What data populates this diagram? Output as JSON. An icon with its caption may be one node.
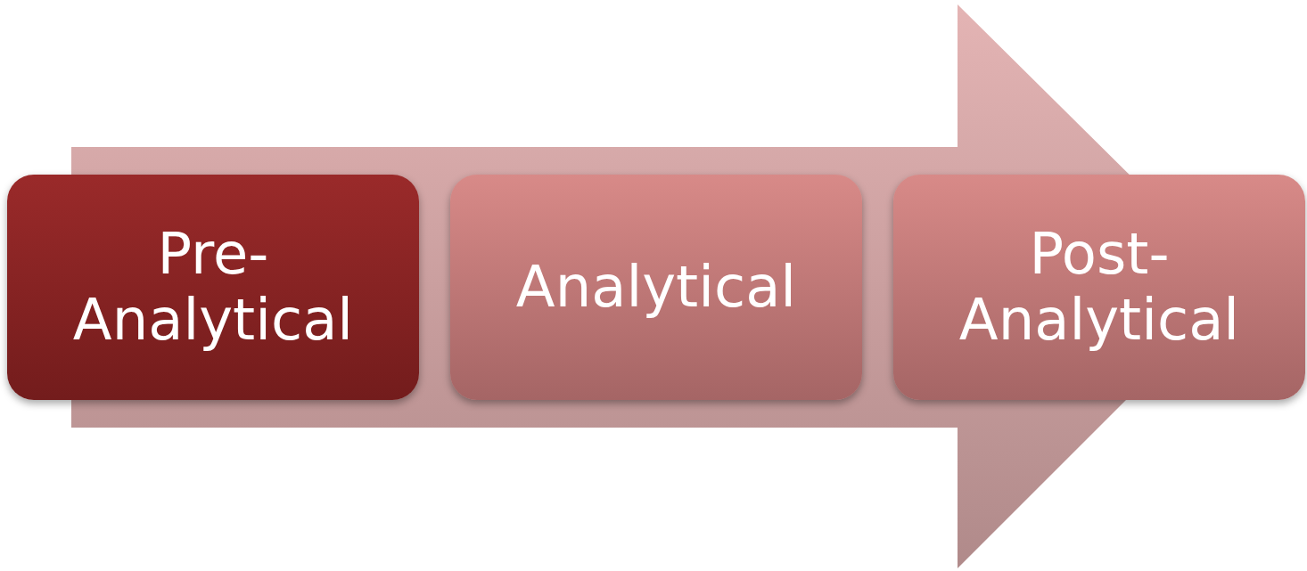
{
  "diagram": {
    "nodes": [
      {
        "text": [
          "Pre-Analytical"
        ]
      },
      {
        "text": [
          "Analytical"
        ]
      },
      {
        "text": [
          "Post-Analytical"
        ]
      }
    ],
    "edges": [
      {
        "from": 0,
        "to": 2,
        "arrow": "to"
      }
    ]
  }
}
